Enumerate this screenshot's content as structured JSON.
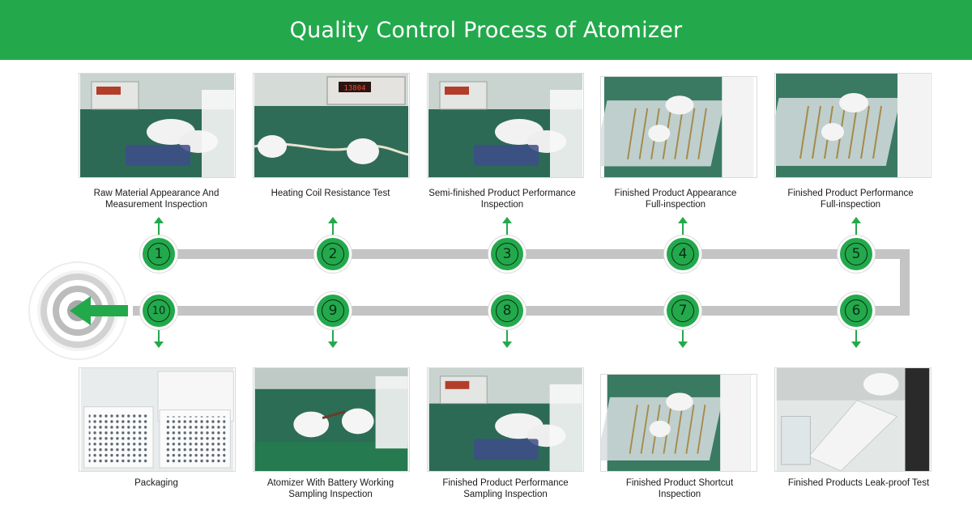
{
  "title": "Quality Control Process of Atomizer",
  "colors": {
    "accent": "#23a94c",
    "track": "#c4c4c4"
  },
  "steps": [
    {
      "number": "1",
      "caption_line1": "Raw Material Appearance And",
      "caption_line2": "Measurement Inspection"
    },
    {
      "number": "2",
      "caption_line1": "Heating Coil Resistance Test",
      "caption_line2": ""
    },
    {
      "number": "3",
      "caption_line1": "Semi-finished Product Performance",
      "caption_line2": "Inspection"
    },
    {
      "number": "4",
      "caption_line1": "Finished Product Appearance",
      "caption_line2": "Full-inspection"
    },
    {
      "number": "5",
      "caption_line1": "Finished Product Performance",
      "caption_line2": "Full-inspection"
    },
    {
      "number": "6",
      "caption_line1": "Finished Products Leak-proof Test",
      "caption_line2": ""
    },
    {
      "number": "7",
      "caption_line1": "Finished Product Shortcut",
      "caption_line2": "Inspection"
    },
    {
      "number": "8",
      "caption_line1": "Finished Product Performance",
      "caption_line2": "Sampling Inspection"
    },
    {
      "number": "9",
      "caption_line1": "Atomizer With Battery Working",
      "caption_line2": "Sampling Inspection"
    },
    {
      "number": "10",
      "caption_line1": "Packaging",
      "caption_line2": ""
    }
  ]
}
